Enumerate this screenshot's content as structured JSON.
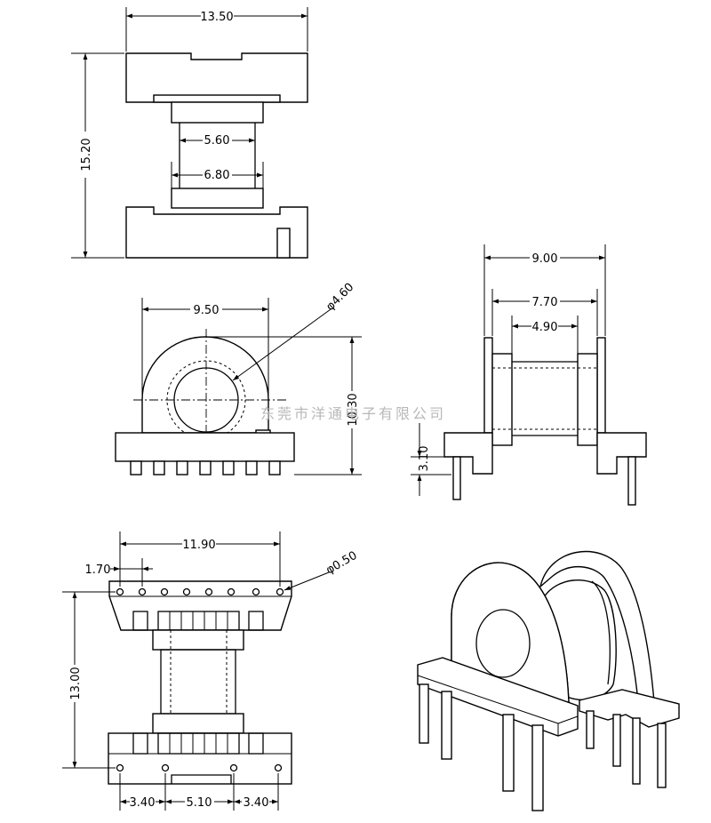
{
  "top_view": {
    "width": "13.50",
    "height": "15.20",
    "inner_width": "5.60",
    "core_width": "6.80"
  },
  "front_view": {
    "width": "9.50",
    "hole_diameter": "φ4.60",
    "height": "10.30"
  },
  "side_view": {
    "overall_width": "9.00",
    "flange_span": "7.70",
    "winding_width": "4.90",
    "pin_length": "3.10"
  },
  "bottom_view": {
    "pin_span": "11.90",
    "pin_pitch": "1.70",
    "pin_diameter": "φ0.50",
    "overall_height": "13.00",
    "left_gap": "3.40",
    "center_gap": "5.10",
    "right_gap": "3.40"
  },
  "watermark": "东莞市洋通电子有限公司"
}
